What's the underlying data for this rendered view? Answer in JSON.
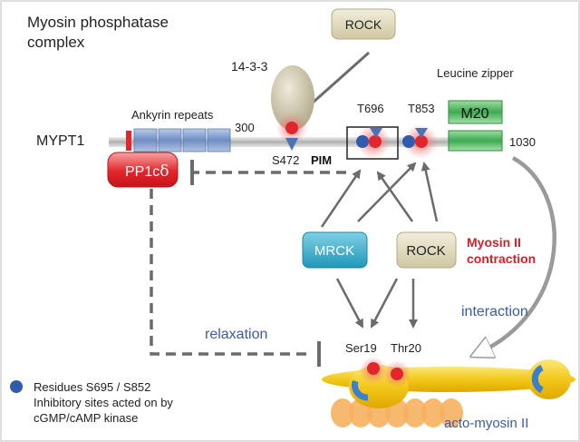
{
  "title_line1": "Myosin phosphatase",
  "title_line2": "complex",
  "rock_top": "ROCK",
  "protein_1433": "14-3-3",
  "leucine_zipper": "Leucine zipper",
  "m20": "M20",
  "mypt1": "MYPT1",
  "ankyrin_repeats": "Ankyrin repeats",
  "res_300": "300",
  "res_1030": "1030",
  "t696": "T696",
  "t853": "T853",
  "s472": "S472",
  "pim": "PIM",
  "pp1c_main": "PP1c",
  "pp1c_delta": "δ",
  "mrck": "MRCK",
  "rock_bottom": "ROCK",
  "myosin_contraction_1": "Myosin II",
  "myosin_contraction_2": "contraction",
  "interaction": "interaction",
  "relaxation": "relaxation",
  "ser19": "Ser19",
  "thr20": "Thr20",
  "legend_line1": "Residues S695 / S852",
  "legend_line2": "Inhibitory sites acted on by",
  "legend_line3": "cGMP/cAMP kinase",
  "acto_myosin": "acto-myosin II",
  "colors": {
    "rock_box": "#e2dcc0",
    "mrck_box": "#3fb2cf",
    "pp1c_box": "#e3262b",
    "m20_box": "#3caa52",
    "ankyrin": "#7a97c8",
    "phospho_red": "#e3262b",
    "inhib_blue": "#2f5cad",
    "blue_text": "#3a5ba6",
    "red_text": "#d4202a",
    "myosin_yellow": "#f6d31a"
  }
}
